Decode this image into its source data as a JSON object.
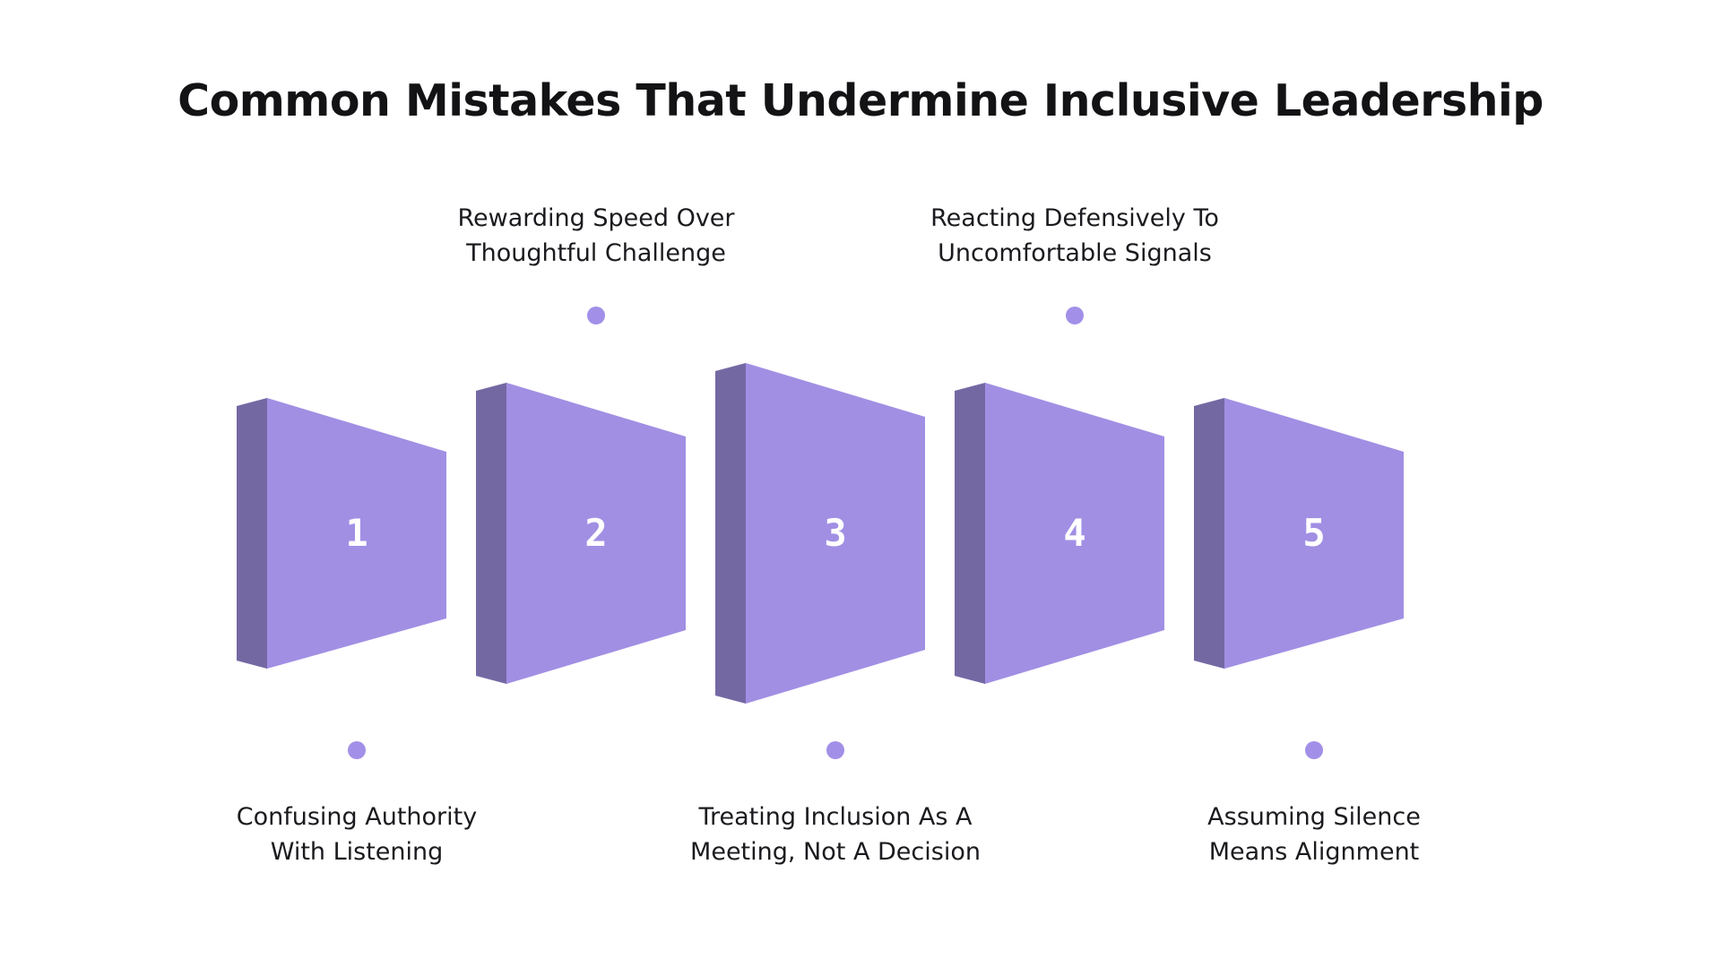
{
  "title": "Common Mistakes That Undermine Inclusive Leadership",
  "colors": {
    "background": "#FFFFFF",
    "heading_text": "#131316",
    "label_text": "#1B1B1F",
    "shape_face": "#A18FE4",
    "shape_side": "#7468A3",
    "connector_dot": "#A290E8",
    "number_text": "#FFFFFF"
  },
  "steps": [
    {
      "number": "1",
      "label": "Confusing Authority With Listening",
      "label_lines": [
        "Confusing Authority",
        "With Listening"
      ],
      "label_position": "below"
    },
    {
      "number": "2",
      "label": "Rewarding Speed Over Thoughtful Challenge",
      "label_lines": [
        "Rewarding Speed Over",
        "Thoughtful Challenge"
      ],
      "label_position": "above"
    },
    {
      "number": "3",
      "label": "Treating Inclusion As A Meeting, Not A Decision",
      "label_lines": [
        "Treating Inclusion As A",
        "Meeting, Not A Decision"
      ],
      "label_position": "below"
    },
    {
      "number": "4",
      "label": "Reacting Defensively To Uncomfortable Signals",
      "label_lines": [
        "Reacting Defensively To",
        "Uncomfortable Signals"
      ],
      "label_position": "above"
    },
    {
      "number": "5",
      "label": "Assuming Silence Means Alignment",
      "label_lines": [
        "Assuming Silence",
        "Means Alignment"
      ],
      "label_position": "below"
    }
  ]
}
